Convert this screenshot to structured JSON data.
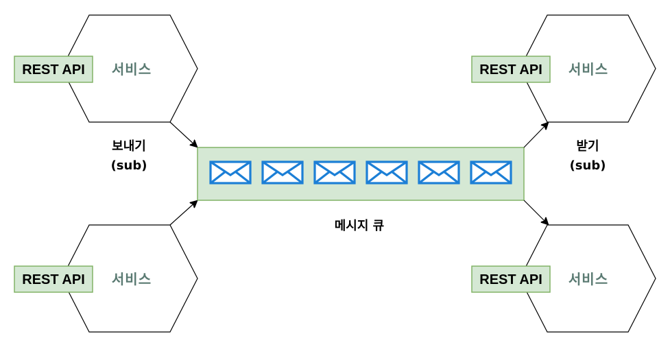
{
  "services": [
    {
      "api_label": "REST API",
      "service_label": "서비스"
    },
    {
      "api_label": "REST API",
      "service_label": "서비스"
    },
    {
      "api_label": "REST API",
      "service_label": "서비스"
    },
    {
      "api_label": "REST API",
      "service_label": "서비스"
    }
  ],
  "labels": {
    "sender_line1": "보내기",
    "sender_line2": "(sub)",
    "receiver_line1": "받기",
    "receiver_line2": "(sub)",
    "queue": "메시지 큐"
  },
  "queue": {
    "message_count": 6,
    "icons": [
      "envelope-icon",
      "envelope-icon",
      "envelope-icon",
      "envelope-icon",
      "envelope-icon",
      "envelope-icon"
    ]
  },
  "colors": {
    "box_fill": "#d5e8d4",
    "box_stroke": "#82b366",
    "envelope": "#1c7fd6",
    "service_text": "#5a7a72"
  }
}
